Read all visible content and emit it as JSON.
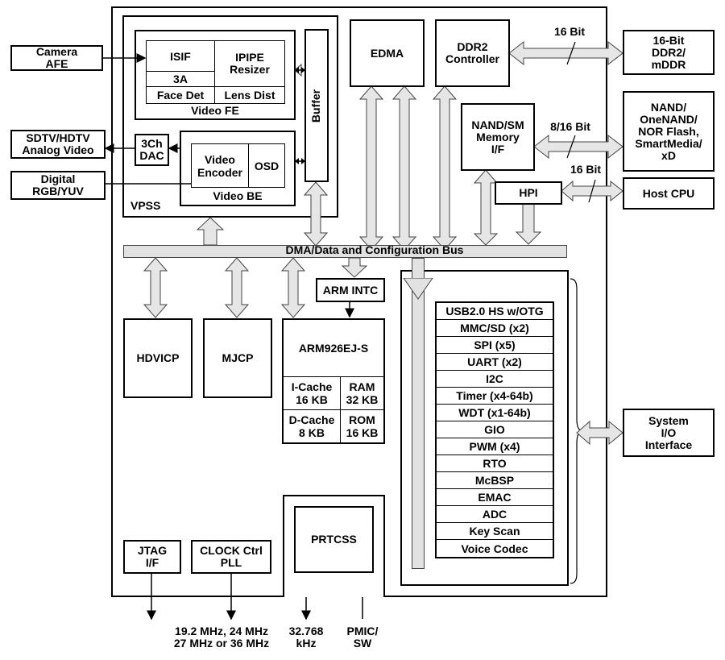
{
  "chip": {
    "vpss": {
      "label": "VPSS",
      "video_fe": {
        "label": "Video FE",
        "isif": "ISIF",
        "ipipe": "IPIPE\nResizer",
        "a3": "3A",
        "face_det": "Face Det",
        "lens_dist": "Lens Dist"
      },
      "video_be": {
        "label": "Video BE",
        "encoder": "Video\nEncoder",
        "osd": "OSD"
      },
      "buffer": "Buffer",
      "dac": "3Ch\nDAC"
    },
    "edma": "EDMA",
    "ddr2_ctrl": "DDR2\nController",
    "nand_if": "NAND/SM\nMemory\nI/F",
    "hpi": "HPI",
    "bus": "DMA/Data and Configuration Bus",
    "arm_intc": "ARM INTC",
    "hdvicp": "HDVICP",
    "mjcp": "MJCP",
    "arm": {
      "title": "ARM926EJ-S",
      "icache": "I-Cache\n16 KB",
      "ram": "RAM\n32 KB",
      "dcache": "D-Cache\n8 KB",
      "rom": "ROM\n16 KB"
    },
    "peripherals": [
      "USB2.0 HS w/OTG",
      "MMC/SD (x2)",
      "SPI (x5)",
      "UART (x2)",
      "I2C",
      "Timer (x4-64b)",
      "WDT (x1-64b)",
      "GIO",
      "PWM (x4)",
      "RTO",
      "McBSP",
      "EMAC",
      "ADC",
      "Key Scan",
      "Voice Codec"
    ],
    "jtag": "JTAG\nI/F",
    "clock": "CLOCK Ctrl\nPLL",
    "prtcss": "PRTCSS"
  },
  "external": {
    "camera": "Camera\nAFE",
    "sdtv": "SDTV/HDTV\nAnalog Video",
    "digital": "Digital\nRGB/YUV",
    "ddr_mem": "16-Bit\nDDR2/\nmDDR",
    "nand_mem": "NAND/\nOneNAND/\nNOR Flash,\nSmartMedia/\nxD",
    "host_cpu": "Host CPU",
    "sys_io": "System\nI/O\nInterface"
  },
  "bus_widths": {
    "ddr": "16 Bit",
    "nand": "8/16 Bit",
    "hpi": "16 Bit"
  },
  "signals": {
    "clock_freq": "19.2 MHz, 24 MHz\n27 MHz or 36 MHz",
    "rtc_freq": "32.768\nkHz",
    "pmic": "PMIC/\nSW"
  }
}
